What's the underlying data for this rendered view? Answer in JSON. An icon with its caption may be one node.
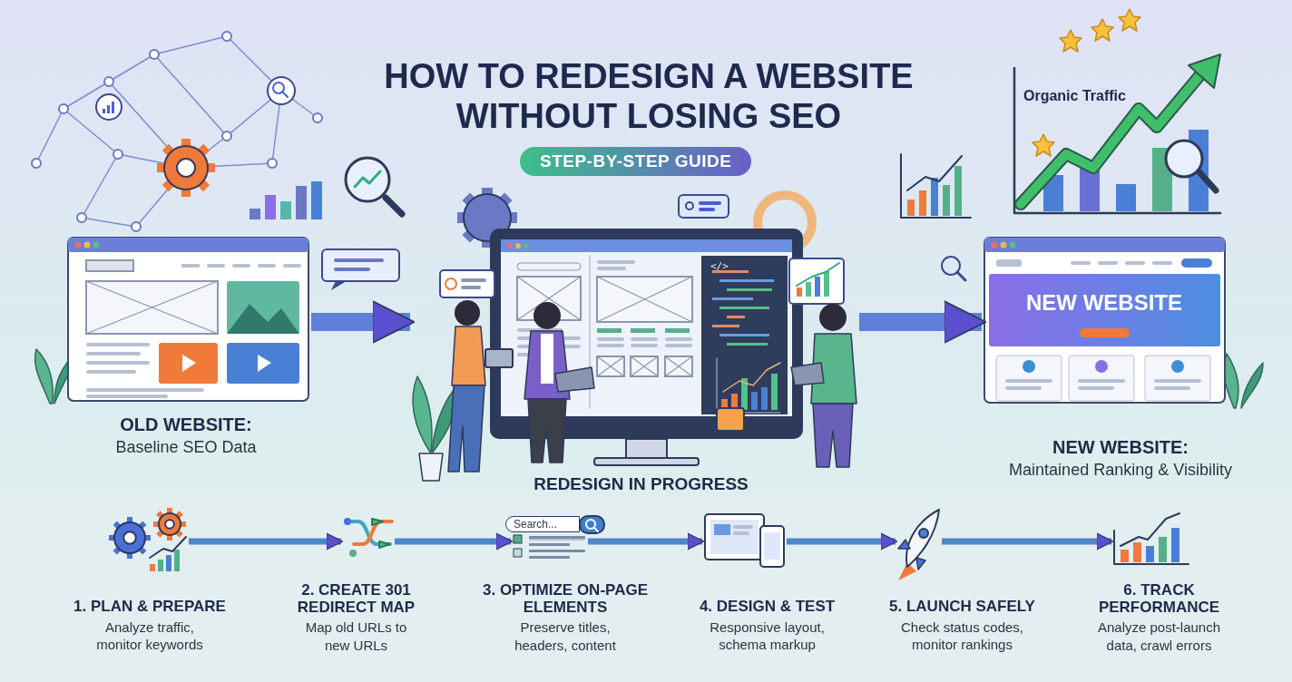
{
  "diagram": {
    "title": "HOW TO REDESIGN A WEBSITE WITHOUT LOSING SEO",
    "nodes": [
      {
        "text": [
          "OLD WEBSITE:",
          "Baseline SEO Data"
        ]
      },
      {
        "text": [
          "REDESIGN IN PROGRESS"
        ]
      },
      {
        "text": [
          "NEW WEBSITE:",
          "Maintained Ranking & Visibility"
        ]
      },
      {
        "text": [
          "1. PLAN & PREPARE",
          "Analyze traffic, monitor keywords"
        ]
      },
      {
        "text": [
          "2. CREATE 301 REDIRECT MAP",
          "Map old URLs to new URLs"
        ]
      },
      {
        "text": [
          "3. OPTIMIZE ON-PAGE ELEMENTS",
          "Preserve titles, headers, content"
        ]
      },
      {
        "text": [
          "4. DESIGN & TEST",
          "Responsive layout, schema markup"
        ]
      },
      {
        "text": [
          "5. LAUNCH SAFELY",
          "Check status codes, monitor rankings"
        ]
      },
      {
        "text": [
          "6. TRACK PERFORMANCE",
          "Analyze post-launch data, crawl errors"
        ]
      }
    ],
    "edges": [
      {
        "from": 0,
        "to": 1,
        "arrow": "to",
        "style": "thick"
      },
      {
        "from": 1,
        "to": 2,
        "arrow": "to",
        "style": "thick"
      },
      {
        "from": 3,
        "to": 4,
        "arrow": "to"
      },
      {
        "from": 4,
        "to": 5,
        "arrow": "to"
      },
      {
        "from": 5,
        "to": 6,
        "arrow": "to"
      },
      {
        "from": 6,
        "to": 7,
        "arrow": "to"
      },
      {
        "from": 7,
        "to": 8,
        "arrow": "to"
      }
    ],
    "labels": [
      "STEP-BY-STEP GUIDE",
      "Organic Traffic",
      "NEW WEBSITE",
      "Search...",
      "</>"
    ]
  }
}
